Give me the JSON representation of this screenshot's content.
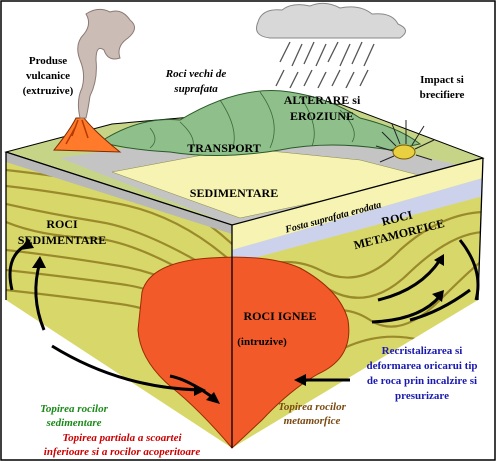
{
  "labels": {
    "produse_line1": "Produse",
    "produse_line2": "vulcanice",
    "produse_line3": "(extruzive)",
    "roci_vechi_line1": "Roci vechi de",
    "roci_vechi_line2": "suprafata",
    "alterare_line1": "ALTERARE si",
    "alterare_line2": "EROZIUNE",
    "impact_line1": "Impact si",
    "impact_line2": "brecifiere",
    "transport": "TRANSPORT",
    "sedimentare": "SEDIMENTARE",
    "fosta": "Fosta suprafata erodata",
    "roci_sed_line1": "ROCI",
    "roci_sed_line2": "SEDIMENTARE",
    "roci_meta_line1": "ROCI",
    "roci_meta_line2": "METAMORFICE",
    "roci_ignee": "ROCI IGNEE",
    "intruzive": "(intruzive)",
    "recrist_line1": "Recristalizarea si",
    "recrist_line2": "deformarea oricarui tip",
    "recrist_line3": "de roca prin incalzire si",
    "recrist_line4": "presurizare",
    "topirea_sed_line1": "Topirea rocilor",
    "topirea_sed_line2": "sedimentare",
    "topirea_meta_line1": "Topirea rocilor",
    "topirea_meta_line2": "metamorfice",
    "topirea_partiala_line1": "Topirea partiala a scoartei",
    "topirea_partiala_line2": "inferioare si a rocilor acoperitoare"
  },
  "colors": {
    "magma": "#f25a2a",
    "rock_yellow": "#d8d86a",
    "rock_band": "#9a8a2c",
    "sediment": "#f6f3b3",
    "grey_layer": "#bfc0c0",
    "hills": "#8fbf8a",
    "green_text": "#1a8a1a",
    "red_text": "#cc0000",
    "blue_text": "#1a1ab0",
    "brown_text": "#7a4a10"
  }
}
